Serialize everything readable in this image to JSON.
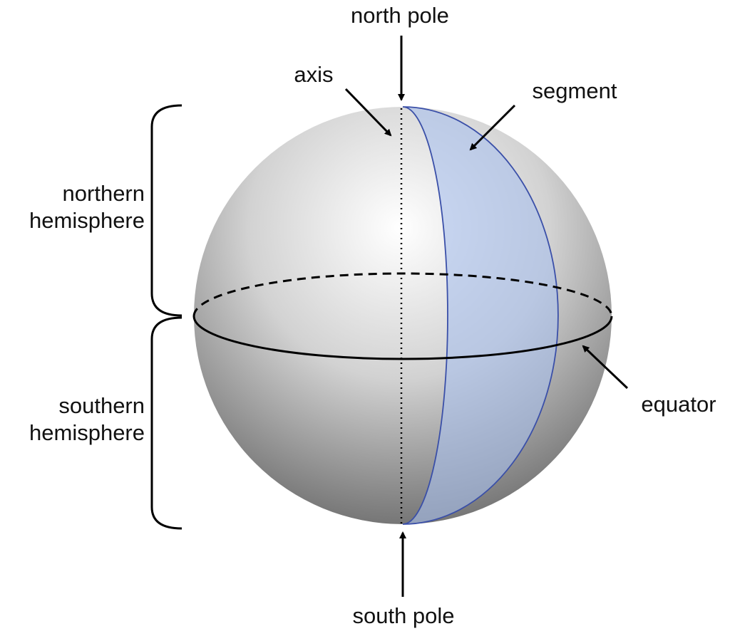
{
  "labels": {
    "north_pole": "north pole",
    "south_pole": "south pole",
    "axis": "axis",
    "segment": "segment",
    "equator": "equator",
    "northern_line1": "northern",
    "northern_line2": "hemisphere",
    "southern_line1": "southern",
    "southern_line2": "hemisphere"
  },
  "colors": {
    "segment_fill": "#a9c0ec",
    "segment_stroke": "#3a4fa8",
    "sphere_light": "#ffffff",
    "sphere_dark": "#5a5a5a"
  }
}
